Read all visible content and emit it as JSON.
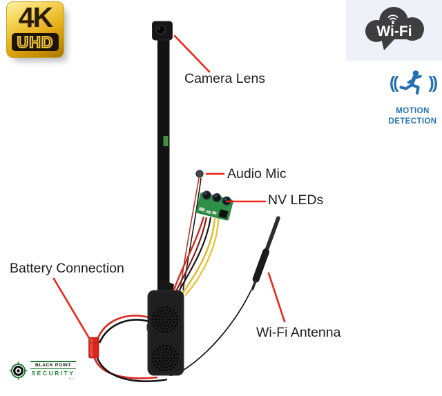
{
  "badges": {
    "uhd": {
      "top": "4K",
      "bottom": "UHD"
    },
    "wifi": {
      "label": "Wi-Fi"
    },
    "motion": {
      "paren_open": "((",
      "paren_close": "))",
      "line1": "MOTION",
      "line2": "DETECTION"
    }
  },
  "annotations": {
    "camera_lens": {
      "label": "Camera Lens"
    },
    "audio_mic": {
      "label": "Audio Mic"
    },
    "nv_leds": {
      "label": "NV LEDs"
    },
    "battery_connection": {
      "label": "Battery Connection"
    },
    "wifi_antenna": {
      "label": "Wi-Fi Antenna"
    }
  },
  "brand_logo": {
    "line1": "BLACK POINT",
    "line2": "SECURITY",
    "suffix": "LLC"
  },
  "icons": {
    "wifi_cloud": "cloud-speech-bubble-with-wifi-waves",
    "motion": "running-man-with-signal-waves",
    "brand": "target-crosshair",
    "speakers": "speaker-grille-dots",
    "camera": "lens-module-on-ribbon-cable",
    "antenna": "wifi-stick-antenna",
    "battery_plug": "red-jst-connector"
  },
  "colors": {
    "annotation_line": "#ee2417",
    "motion_blue": "#2470b3",
    "badge_gold": "#e7b01c",
    "wifi_cloud_gray": "#3e3e41",
    "wifi_panel_bg": "#eff1f8",
    "pcb_green": "#2e9047",
    "logo_green": "#1d7a33",
    "connector_red": "#d8261c"
  }
}
